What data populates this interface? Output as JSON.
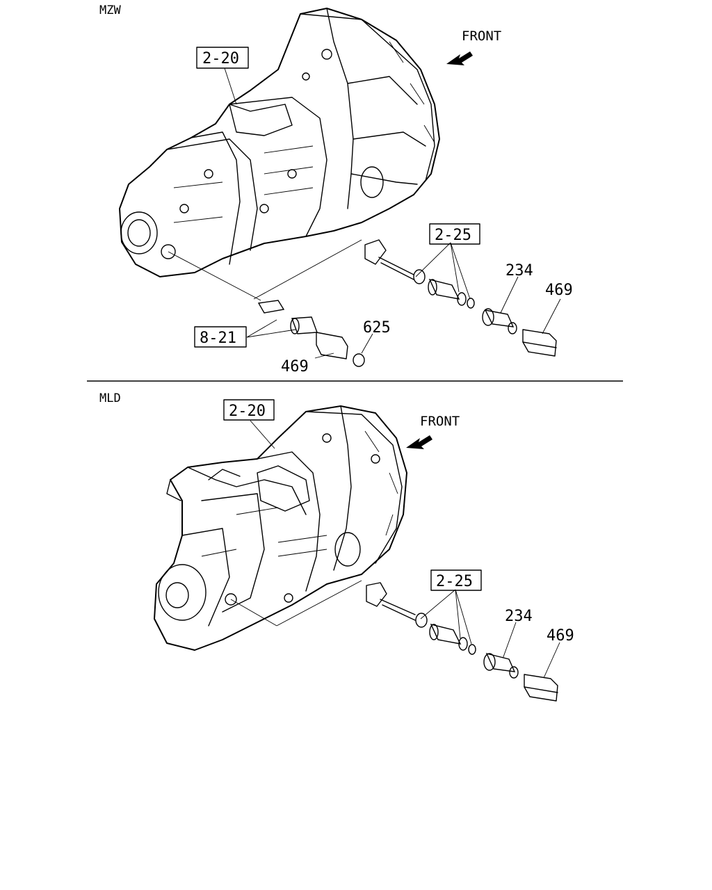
{
  "sections": [
    {
      "name": "MZW",
      "front": "FRONT",
      "callouts": {
        "assy": "2-20",
        "kit": "2-25",
        "sensor": "234",
        "cover_right": "469",
        "sub": "8-21",
        "plug": "625",
        "cover_left": "469"
      }
    },
    {
      "name": "MLD",
      "front": "FRONT",
      "callouts": {
        "assy": "2-20",
        "kit": "2-25",
        "sensor": "234",
        "cover_right": "469"
      }
    }
  ]
}
